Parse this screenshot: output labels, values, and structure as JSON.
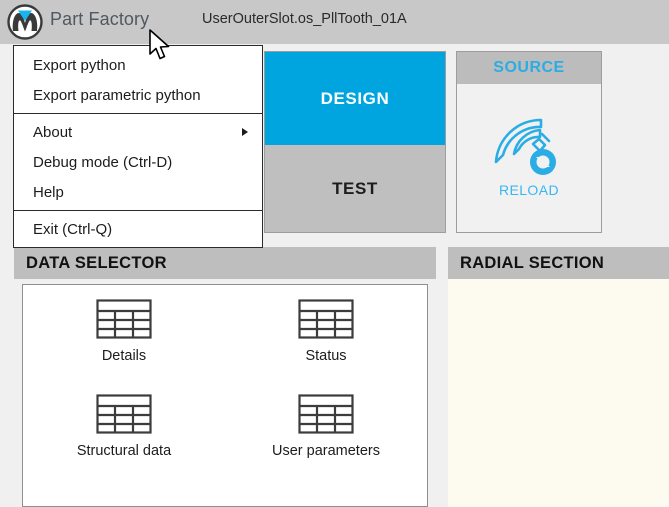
{
  "titlebar": {
    "logo_icon": "part-factory-logo",
    "app_name": "Part Factory",
    "document_name": "UserOuterSlot.os_PllTooth_01A"
  },
  "menu": {
    "items": [
      {
        "label": "Export python",
        "has_submenu": false,
        "separator_after": false
      },
      {
        "label": "Export parametric python",
        "has_submenu": false,
        "separator_after": true
      },
      {
        "label": "About",
        "has_submenu": true,
        "separator_after": false
      },
      {
        "label": "Debug mode (Ctrl-D)",
        "has_submenu": false,
        "separator_after": false
      },
      {
        "label": "Help",
        "has_submenu": false,
        "separator_after": true
      },
      {
        "label": "Exit (Ctrl-Q)",
        "has_submenu": false,
        "separator_after": false
      }
    ],
    "submenu_arrow_icon": "chevron-right-icon"
  },
  "mode_tabs": {
    "design": {
      "label": "DESIGN",
      "active": true,
      "color": "#00a5df"
    },
    "test": {
      "label": "TEST",
      "active": false,
      "color": "#bfbfbf"
    }
  },
  "source_panel": {
    "header": "SOURCE",
    "icon": "reload-gear-icon",
    "action_label": "RELOAD",
    "accent_color": "#2aade4"
  },
  "data_selector": {
    "header": "DATA SELECTOR",
    "items": [
      {
        "icon": "table-icon",
        "label": "Details"
      },
      {
        "icon": "table-icon",
        "label": "Status"
      },
      {
        "icon": "table-icon",
        "label": "Structural data"
      },
      {
        "icon": "table-icon",
        "label": "User parameters"
      }
    ]
  },
  "radial_section": {
    "header": "RADIAL SECTION",
    "background_color": "#fdfaf0"
  },
  "cursor": {
    "icon": "mouse-pointer-icon"
  },
  "colors": {
    "titlebar_bg": "#c8c8c8",
    "panel_header_bg": "#bebebe",
    "accent_cyan": "#00a5df",
    "stage_bg": "#f0f0f0"
  }
}
